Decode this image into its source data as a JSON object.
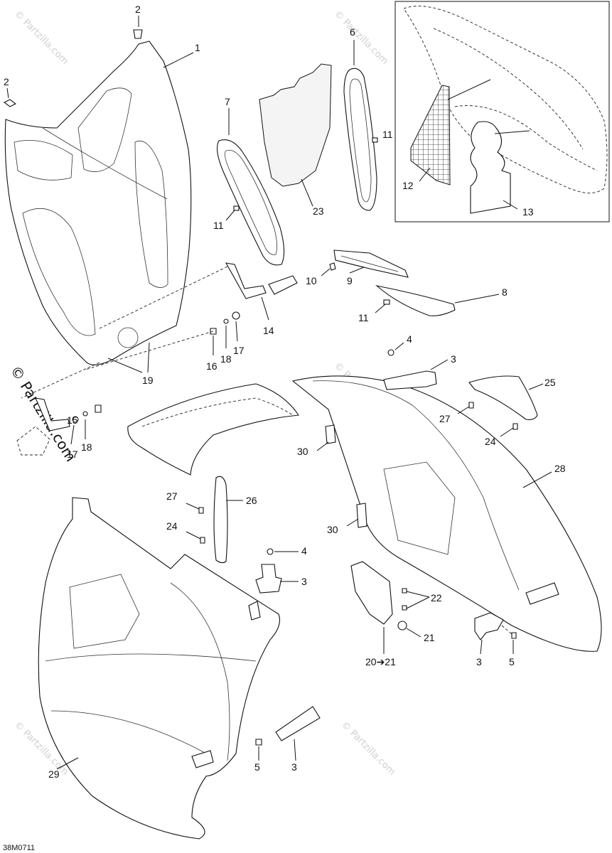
{
  "diagram": {
    "drawing_code": "38M0711",
    "watermark": "© Partzilla.com",
    "inset_label_12": "12",
    "inset_label_13": "13",
    "callouts": {
      "c1": "1",
      "c2a": "2",
      "c2b": "2",
      "c3a": "3",
      "c3b": "3",
      "c3c": "3",
      "c3d": "3",
      "c4a": "4",
      "c4b": "4",
      "c5a": "5",
      "c5b": "5",
      "c6": "6",
      "c7": "7",
      "c8": "8",
      "c9": "9",
      "c10": "10",
      "c11a": "11",
      "c11b": "11",
      "c11c": "11",
      "c14": "14",
      "c15": "15",
      "c16": "16",
      "c17a": "17",
      "c17b": "17",
      "c18a": "18",
      "c18b": "18",
      "c19": "19",
      "c2021": "20➔21",
      "c21": "21",
      "c22": "22",
      "c23": "23",
      "c24a": "24",
      "c24b": "24",
      "c25": "25",
      "c26": "26",
      "c27a": "27",
      "c27b": "27",
      "c28": "28",
      "c29": "29",
      "c30a": "30",
      "c30b": "30"
    }
  }
}
